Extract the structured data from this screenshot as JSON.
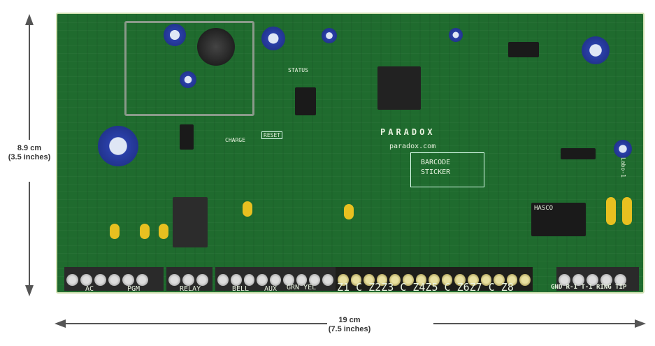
{
  "dimensions": {
    "height_cm": "8.9 cm",
    "height_in": "(3.5 inches)",
    "width_cm": "19 cm",
    "width_in": "(7.5 inches)"
  },
  "board": {
    "brand": "PARADOX",
    "website": "paradox.com",
    "barcode": [
      "BARCODE",
      "STICKER"
    ],
    "silkscreen": {
      "status": "STATUS",
      "charge": "CHARGE",
      "reset": "RESET",
      "labo": "Labo-1",
      "relay_brand": "HASCO"
    },
    "terminal_labels": [
      {
        "id": "ac",
        "text": "AC"
      },
      {
        "id": "pgm",
        "text": "PGM"
      },
      {
        "id": "relay",
        "text": "RELAY"
      },
      {
        "id": "bell",
        "text": "BELL"
      },
      {
        "id": "aux",
        "text": "AUX"
      },
      {
        "id": "grn-yel",
        "text": "GRN YEL"
      },
      {
        "id": "zones",
        "text": "Z1 C Z2Z3 C Z4Z5 C Z6Z7 C Z8"
      },
      {
        "id": "phone",
        "text": "GND R-1 T-1 RING TIP"
      }
    ],
    "terminal_blocks": [
      {
        "screws": 6,
        "color": "gray"
      },
      {
        "screws": 3,
        "color": "gray"
      },
      {
        "screws": 9,
        "color": "gray"
      },
      {
        "screws": 15,
        "color": "yellow"
      },
      {
        "screws": 5,
        "color": "gray"
      }
    ]
  }
}
